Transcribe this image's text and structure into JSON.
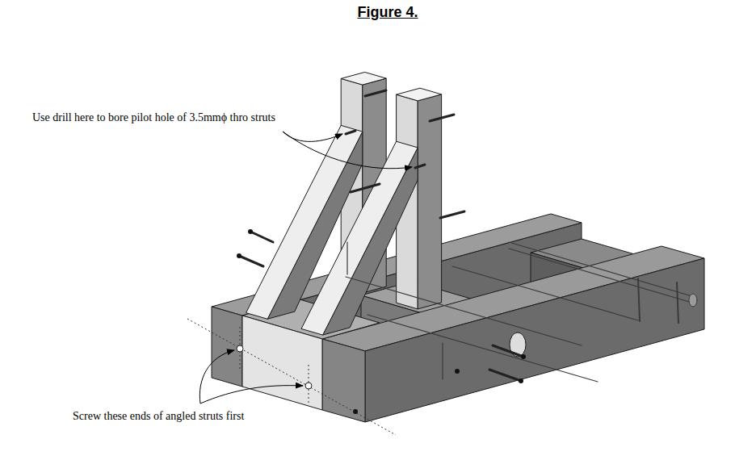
{
  "diagram": {
    "title": "Figure 4.",
    "labels": [
      "Use drill here to bore pilot hole of 3.5mmϕ thro struts",
      "Screw these ends of angled struts first"
    ]
  }
}
